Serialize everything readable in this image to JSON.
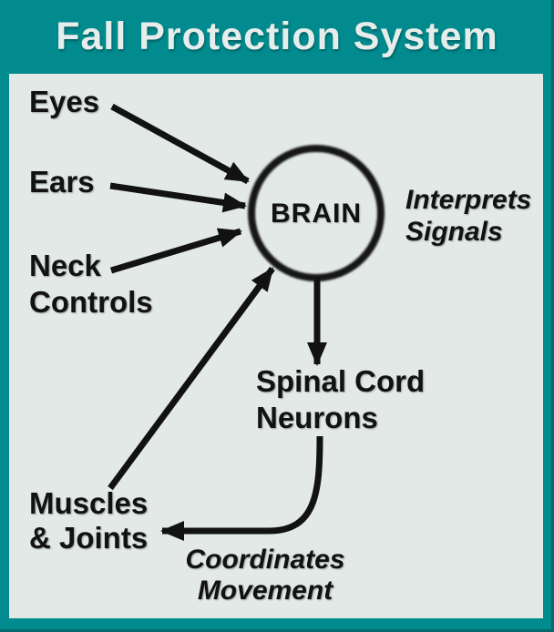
{
  "title": "Fall Protection System",
  "colors": {
    "teal": "#018b8e",
    "teal_dark": "#04686c",
    "panel": "#e2e9e6",
    "ink": "#121212",
    "title_text": "#e7edea"
  },
  "diagram": {
    "nodes": {
      "eyes": "Eyes",
      "ears": "Ears",
      "neck": "Neck\nControls",
      "brain": "BRAIN",
      "spinal": "Spinal Cord\nNeurons",
      "muscles": "Muscles\n& Joints"
    },
    "annotations": {
      "interprets": "Interprets\nSignals",
      "coordinates": "Coordinates\nMovement"
    },
    "edges": [
      {
        "from": "eyes",
        "to": "brain"
      },
      {
        "from": "ears",
        "to": "brain"
      },
      {
        "from": "neck",
        "to": "brain"
      },
      {
        "from": "muscles",
        "to": "brain"
      },
      {
        "from": "brain",
        "to": "spinal"
      },
      {
        "from": "spinal",
        "to": "muscles"
      }
    ]
  }
}
